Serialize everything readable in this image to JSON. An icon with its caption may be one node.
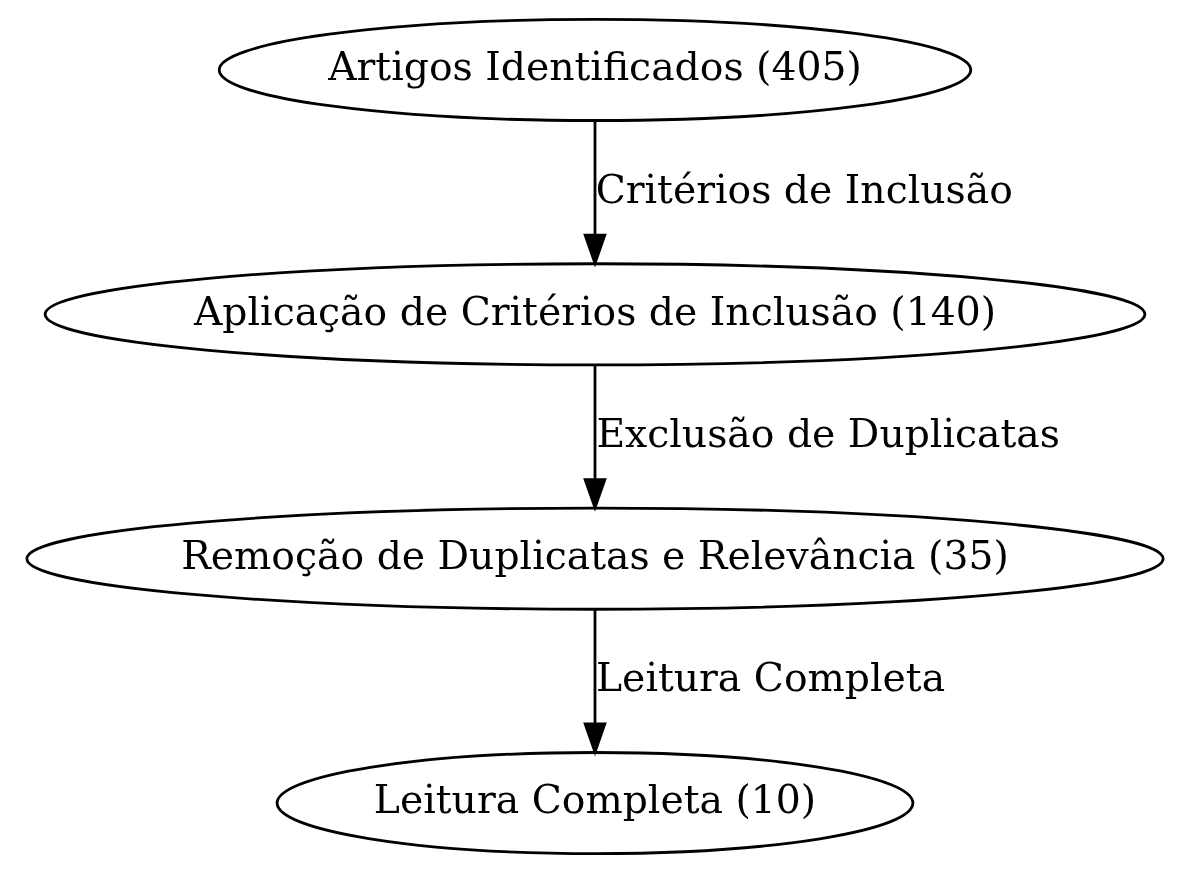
{
  "diagram": {
    "nodes": [
      {
        "text": [
          "Artigos Identificados (405)"
        ]
      },
      {
        "text": [
          "Aplicação de Critérios de Inclusão (140)"
        ]
      },
      {
        "text": [
          "Remoção de Duplicatas e Relevância (35)"
        ]
      },
      {
        "text": [
          "Leitura Completa (10)"
        ]
      }
    ],
    "edges": [
      {
        "from": 0,
        "to": 1,
        "arrow": "to",
        "label": "Critérios de Inclusão"
      },
      {
        "from": 1,
        "to": 2,
        "arrow": "to",
        "label": "Exclusão de Duplicatas"
      },
      {
        "from": 2,
        "to": 3,
        "arrow": "to",
        "label": "Leitura Completa"
      }
    ]
  }
}
